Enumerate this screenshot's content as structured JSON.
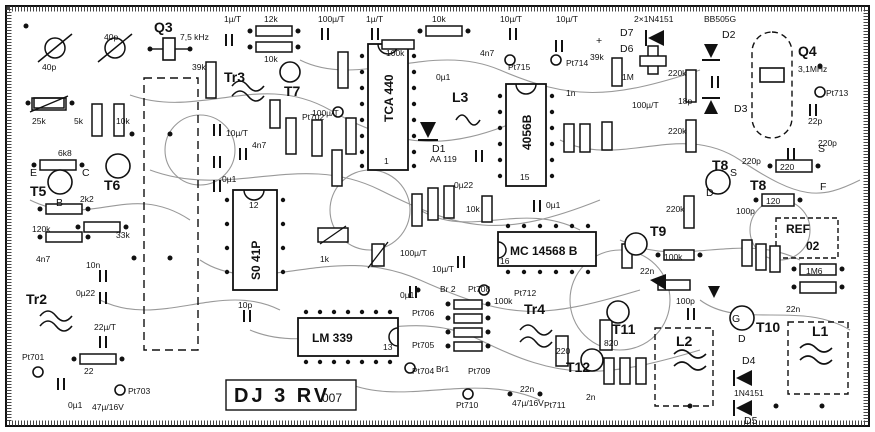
{
  "board": {
    "id_label": "DJ 3 RV",
    "id_suffix": "007"
  },
  "ics": {
    "q3_label": "Q3",
    "q3_freq": "7,5 kHz",
    "q4_label": "Q4",
    "q4_freq": "3,1MHz",
    "tca": "TCA 440",
    "mc": "MC 14568 B",
    "cd4568": "4056B",
    "so41p": "S0 41P",
    "lm339": "LM 339",
    "ref": "REF",
    "ref_num": "02",
    "pin1": "1",
    "pin12": "12",
    "pin13": "13",
    "pin15": "15",
    "pin16": "16"
  },
  "transistors": {
    "tr3": "Tr3",
    "tr2": "Tr2",
    "tr4": "Tr4",
    "t5": "T5",
    "t6": "T6",
    "t7": "T7",
    "t8a": "T8",
    "t8b": "T8",
    "t9": "T9",
    "t10": "T10",
    "t11": "T11",
    "t12": "T12"
  },
  "diodes": {
    "pair": "2×1N4151",
    "bb505g": "BB505G",
    "d1": "D1",
    "d1_type": "AA 119",
    "d2": "D2",
    "d3": "D3",
    "d4": "D4",
    "d4_type": "1N4151",
    "d5": "D5",
    "d6": "D6",
    "d7": "D7"
  },
  "inductors": {
    "l1": "L1",
    "l2": "L2",
    "l3": "L3"
  },
  "resistors": {
    "r12k": "12k",
    "r10k_a": "10k",
    "r10k_b": "10k",
    "r10k_c": "10k",
    "r10k_d": "10k",
    "r39k_a": "39k",
    "r39k_b": "39k",
    "r100k_a": "100k",
    "r100k_b": "100k",
    "r25k": "25k",
    "r5k": "5k",
    "r6k8": "6k8",
    "r2k2": "2k2",
    "r120k": "120k",
    "r33k": "33k",
    "r22": "22",
    "r220k_a": "220k",
    "r220k_b": "220k",
    "r220k_c": "220k",
    "r1m": "1M",
    "r1k": "1k",
    "r220": "220",
    "r120": "120",
    "r1m6": "1M6",
    "r220_b": "220",
    "r820": "820",
    "r100k_c": "100k"
  },
  "capacitors": {
    "c40p_a": "40p",
    "c40p_b": "40p",
    "c1u_a": "1µ/T",
    "c1u_b": "1µ/T",
    "c100u_a": "100µ/T",
    "c100u_b": "100µ/T",
    "c100u_c": "100µ/T",
    "c10u_a": "10µ/T",
    "c10u_b": "10µ/T",
    "c10u_c": "10µ/T",
    "c10u_d": "10µ/T",
    "c4n7_a": "4n7",
    "c4n7_b": "4n7",
    "c4n7_c": "4n7",
    "c0u1_a": "0µ1",
    "c0u1_b": "0µ1",
    "c0u1_c": "0µ1",
    "c0u1_d": "0µ1",
    "c0u1_e": "0µ1",
    "c0u22_a": "0µ22",
    "c0u22_b": "0µ22",
    "c10n": "10n",
    "c22u": "22µ/T",
    "c47u": "47µ/16V",
    "c47u_b": "47µ/16V",
    "c22n_a": "22n",
    "c22n_b": "22n",
    "c22n_c": "22n",
    "c100p_a": "100p",
    "c100p_b": "100p",
    "c18p": "18p",
    "c22p": "22p",
    "c220p_a": "220p",
    "c220p_b": "220p",
    "c1n": "1n",
    "c2n": "2n",
    "c10p": "10p",
    "c100u_vert": "100µ/T"
  },
  "pins": {
    "pt701": "Pt701",
    "pt702": "Pt702",
    "pt703": "Pt703",
    "pt704": "Pt704",
    "pt705": "Pt705",
    "pt706": "Pt706",
    "pt708": "Pt708",
    "pt709": "Pt709",
    "pt710": "Pt710",
    "pt711": "Pt711",
    "pt712": "Pt712",
    "pt713": "Pt713",
    "pt714": "Pt714",
    "pt715": "Pt715",
    "br1": "Br1",
    "br2": "Br 2"
  },
  "misc": {
    "e": "E",
    "c": "C",
    "b": "B",
    "s_a": "S",
    "s_b": "S",
    "d_a": "D",
    "d_b": "D",
    "f": "F",
    "g": "G",
    "plus": "+"
  }
}
